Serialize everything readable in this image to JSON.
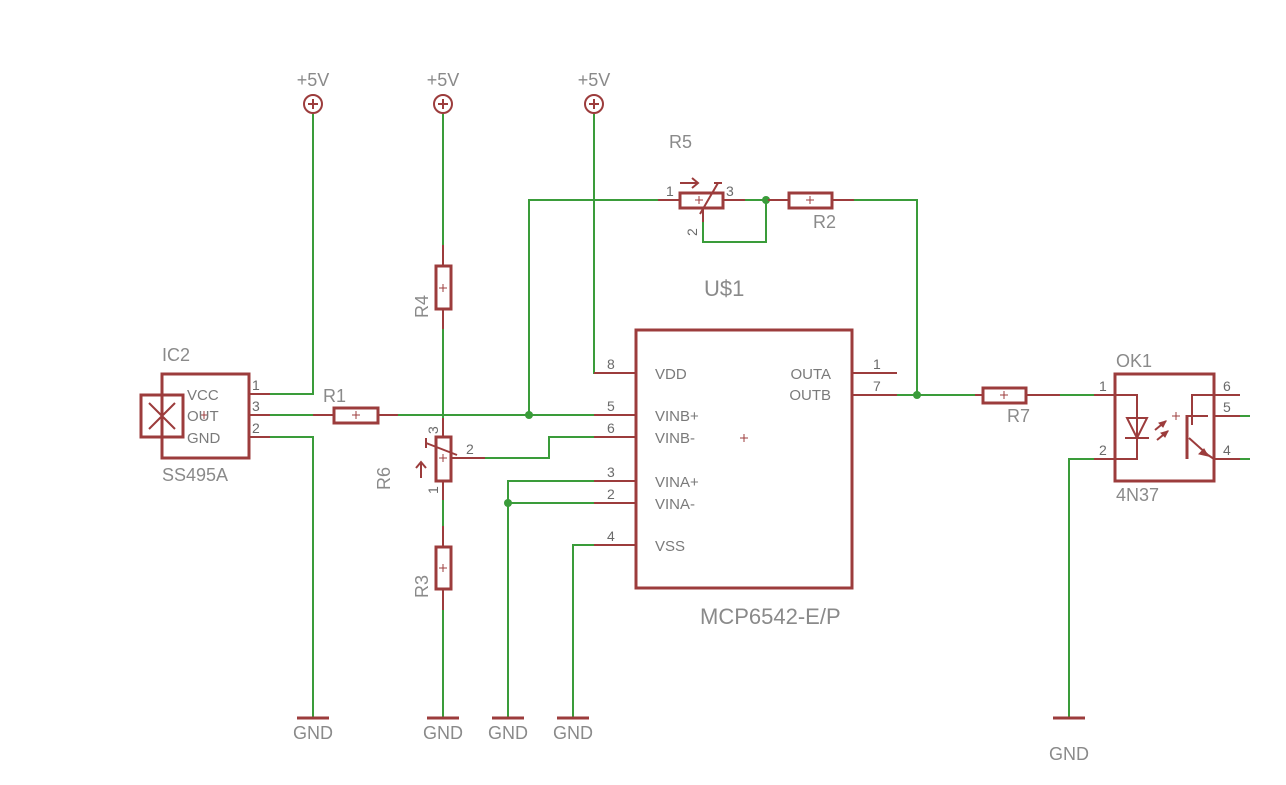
{
  "colors": {
    "wire": "#3a9c3a",
    "part": "#9c3c3c",
    "label": "#8a8a8a"
  },
  "supplies": {
    "vcc_label": "+5V",
    "gnd_label": "GND"
  },
  "ic2": {
    "name": "IC2",
    "value": "SS495A",
    "pins": [
      {
        "num": "1",
        "name": "VCC"
      },
      {
        "num": "3",
        "name": "OUT"
      },
      {
        "num": "2",
        "name": "GND"
      }
    ]
  },
  "resistors": {
    "r1": "R1",
    "r2": "R2",
    "r3": "R3",
    "r4": "R4",
    "r7": "R7"
  },
  "r5": {
    "name": "R5",
    "pin1": "1",
    "pin2": "2",
    "pin3": "3"
  },
  "r6": {
    "name": "R6",
    "pin1": "1",
    "pin2": "2",
    "pin3": "3"
  },
  "u1": {
    "name": "U$1",
    "value": "MCP6542-E/P",
    "pins": [
      {
        "num": "8",
        "name": "VDD"
      },
      {
        "num": "5",
        "name": "VINB+"
      },
      {
        "num": "6",
        "name": "VINB-"
      },
      {
        "num": "3",
        "name": "VINA+"
      },
      {
        "num": "2",
        "name": "VINA-"
      },
      {
        "num": "4",
        "name": "VSS"
      },
      {
        "num": "1",
        "name": "OUTA"
      },
      {
        "num": "7",
        "name": "OUTB"
      }
    ]
  },
  "ok1": {
    "name": "OK1",
    "value": "4N37",
    "pins": [
      {
        "num": "1"
      },
      {
        "num": "2"
      },
      {
        "num": "6"
      },
      {
        "num": "5"
      },
      {
        "num": "4"
      }
    ]
  }
}
